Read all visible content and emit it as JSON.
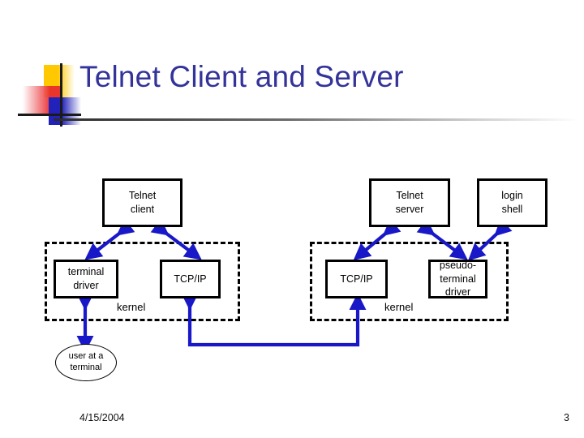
{
  "slide": {
    "title": "Telnet Client and Server",
    "accent_color": "#333399",
    "arrow_color": "#1818C8",
    "footer": {
      "date": "4/15/2004",
      "page_number": "3"
    }
  },
  "diagram": {
    "client_side": {
      "app_box": {
        "line1": "Telnet",
        "line2": "client"
      },
      "kernel_label": "kernel",
      "terminal_driver_box": {
        "line1": "terminal",
        "line2": "driver"
      },
      "tcpip_box": {
        "line1": "TCP/IP"
      },
      "user_ellipse": {
        "line1": "user at a",
        "line2": "terminal"
      }
    },
    "server_side": {
      "app_box": {
        "line1": "Telnet",
        "line2": "server"
      },
      "shell_box": {
        "line1": "login",
        "line2": "shell"
      },
      "kernel_label": "kernel",
      "tcpip_box": {
        "line1": "TCP/IP"
      },
      "pseudo_terminal_box": {
        "line1": "pseudo-",
        "line2": "terminal",
        "line3": "driver"
      }
    }
  }
}
